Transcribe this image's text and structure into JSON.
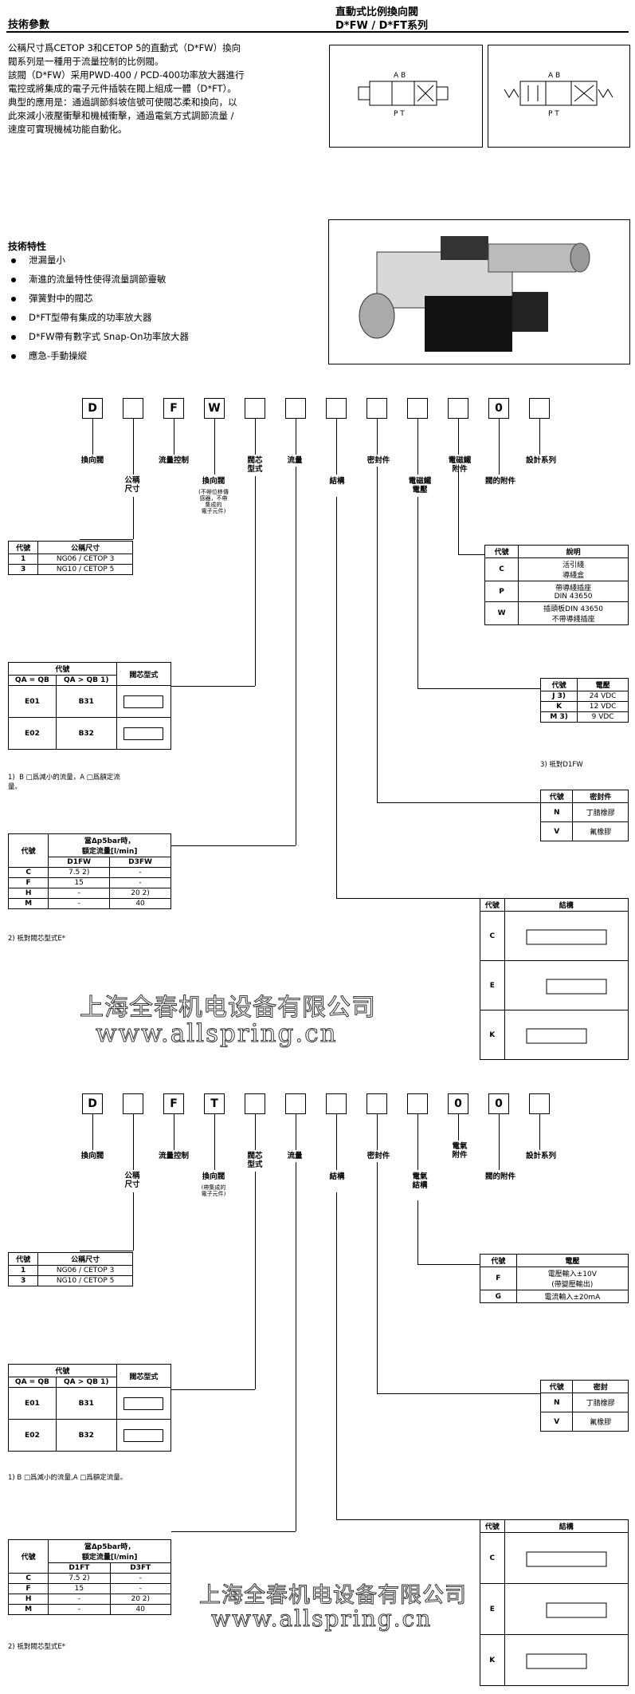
{
  "header": {
    "left_title": "技術參數",
    "right_title_1": "直動式比例換向閥",
    "right_title_2": "D*FW / D*FT系列"
  },
  "intro": [
    "公稱尺寸爲CETOP 3和CETOP 5的直動式（D*FW）換向",
    "閥系列是一種用于流量控制的比例閥。",
    "該閥（D*FW）采用PWD-400 / PCD-400功率放大器進行",
    "電控或將集成的電子元件插裝在閥上組成一體（D*FT）。",
    "典型的應用是：通過調節斜坡信號可使閥芯柔和換向，以",
    "此來減小液壓衝擊和機械衝擊，通過電氣方式調節流量 /",
    "速度可實現機械功能自動化。"
  ],
  "features": {
    "title": "技術特性",
    "items": [
      "泄漏量小",
      "漸進的流量特性使得流量調節靈敏",
      "彈簧對中的閥芯",
      "D*FT型帶有集成的功率放大器",
      "D*FW帶有數字式 Snap-On功率放大器",
      "應急-手動操縱"
    ]
  },
  "symbol_port_labels": {
    "top": "A B",
    "bottom": "P T"
  },
  "fw": {
    "boxes": [
      "D",
      "",
      "F",
      "W",
      "",
      "",
      "",
      "",
      "",
      "",
      "0",
      ""
    ],
    "labels": {
      "l1": "換向閥",
      "l2": "公稱\n尺寸",
      "l3": "流量控制",
      "l4": "換向閥",
      "l4note": "(不帶位移傳\n感器，不帶\n集成的\n電子元件)",
      "l5": "閥芯\n型式",
      "l6": "流量",
      "l7": "結構",
      "l8": "密封件",
      "l9": "電磁鐵\n電壓",
      "l10": "電磁鐵\n附件",
      "l11": "閥的附件",
      "l12": "設計系列"
    },
    "size_table": {
      "h1": "代號",
      "h2": "公稱尺寸",
      "rows": [
        [
          "1",
          "NG06 / CETOP 3"
        ],
        [
          "3",
          "NG10 / CETOP 5"
        ]
      ]
    },
    "spool_table": {
      "h1": "代號",
      "h_qa_eq": "QA = QB",
      "h_qa_gt": "QA > QB 1)",
      "h3": "閥芯型式",
      "rows": [
        [
          "E01",
          "B31"
        ],
        [
          "E02",
          "B32"
        ]
      ]
    },
    "spool_note": "1)  B □爲減小的流量，A □爲額定流\n量。",
    "flow_table": {
      "h1": "代號",
      "h2": "當Δp5bar時，\n額定流量[l/min]",
      "c1": "D1FW",
      "c2": "D3FW",
      "rows": [
        [
          "C",
          "7.5 2)",
          "-"
        ],
        [
          "F",
          "15",
          "-"
        ],
        [
          "H",
          "-",
          "20 2)"
        ],
        [
          "M",
          "-",
          "40"
        ]
      ]
    },
    "flow_note": "2)  祗對閥芯型式E*",
    "acc_table": {
      "h1": "代號",
      "h2": "說明",
      "rows": [
        [
          "C",
          "活引綫\n導綫盒"
        ],
        [
          "P",
          "帶導綫插座\nDIN 43650"
        ],
        [
          "W",
          "插頭板DIN 43650\n不帶導綫插座"
        ]
      ]
    },
    "volt_table": {
      "h1": "代號",
      "h2": "電壓",
      "rows": [
        [
          "J 3)",
          "24 VDC"
        ],
        [
          "K",
          "12 VDC"
        ],
        [
          "M 3)",
          "9 VDC"
        ]
      ]
    },
    "volt_note": "3)  祗對D1FW",
    "seal_table": {
      "h1": "代號",
      "h2": "密封件",
      "rows": [
        [
          "N",
          "丁腈橡膠"
        ],
        [
          "V",
          "氟橡膠"
        ]
      ]
    },
    "struct_table": {
      "h1": "代號",
      "h2": "結構",
      "rows": [
        "C",
        "E",
        "K"
      ]
    }
  },
  "ft": {
    "boxes": [
      "D",
      "",
      "F",
      "T",
      "",
      "",
      "",
      "",
      "",
      "0",
      "0",
      ""
    ],
    "labels": {
      "l1": "換向閥",
      "l2": "公稱\n尺寸",
      "l3": "流量控制",
      "l4": "換向閥",
      "l4note": "(帶集成的\n電子元件)",
      "l5": "閥芯\n型式",
      "l6": "流量",
      "l7": "結構",
      "l8": "密封件",
      "l9": "電氣\n結構",
      "l10": "電氣\n附件",
      "l11": "閥的附件",
      "l12": "設計系列"
    },
    "size_table": {
      "h1": "代號",
      "h2": "公稱尺寸",
      "rows": [
        [
          "1",
          "NG06 / CETOP 3"
        ],
        [
          "3",
          "NG10 / CETOP 5"
        ]
      ]
    },
    "spool_table": {
      "h1": "代號",
      "h_qa_eq": "QA = QB",
      "h_qa_gt": "QA > QB 1)",
      "h3": "閥芯型式",
      "rows": [
        [
          "E01",
          "B31"
        ],
        [
          "E02",
          "B32"
        ]
      ]
    },
    "spool_note": "1)  B □爲減小的流量,A □爲額定流量。",
    "flow_table": {
      "h1": "代號",
      "h2": "當Δp5bar時，\n額定流量[l/min]",
      "c1": "D1FT",
      "c2": "D3FT",
      "rows": [
        [
          "C",
          "7.5 2)",
          "-"
        ],
        [
          "F",
          "15",
          "-"
        ],
        [
          "H",
          "-",
          "20 2)"
        ],
        [
          "M",
          "-",
          "40"
        ]
      ]
    },
    "flow_note": "2)  祗對閥芯型式E*",
    "elec_table": {
      "h1": "代號",
      "h2": "電壓",
      "rows": [
        [
          "F",
          "電壓輸入±10V\n(帶變壓輸出)"
        ],
        [
          "G",
          "電流輸入±20mA"
        ]
      ]
    },
    "seal_table": {
      "h1": "代號",
      "h2": "密封",
      "rows": [
        [
          "N",
          "丁腈橡膠"
        ],
        [
          "V",
          "氟橡膠"
        ]
      ]
    },
    "struct_table": {
      "h1": "代號",
      "h2": "結構",
      "rows": [
        "C",
        "E",
        "K"
      ]
    }
  },
  "watermark": {
    "cn": "上海全春机电设备有限公司",
    "url": "www.allspring.cn"
  }
}
